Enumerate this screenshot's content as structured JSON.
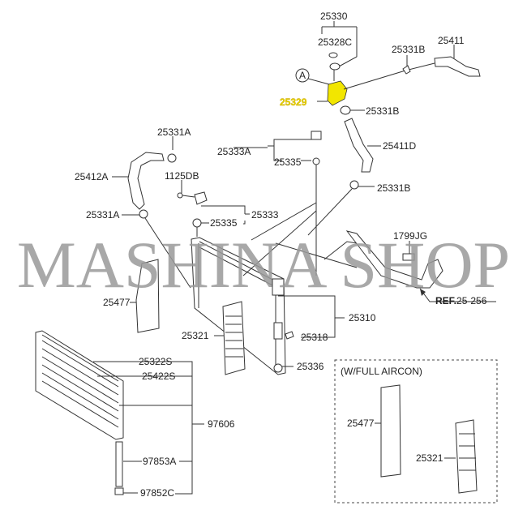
{
  "diagram": {
    "watermark": "MASHINA SHOP",
    "callouts": {
      "c25330": "25330",
      "c25328C": "25328C",
      "c25331B_top": "25331B",
      "c25411": "25411",
      "marker_a": "A",
      "c25329": "25329",
      "c25331B_mid": "25331B",
      "c25411D": "25411D",
      "c25331A_top": "25331A",
      "c25333A": "25333A",
      "c25335_top": "25335",
      "c25412A": "25412A",
      "c1125DB": "1125DB",
      "c25331B_low": "25331B",
      "c25331A_low": "25331A",
      "c25335_low": "25335",
      "c25333": "25333",
      "c1799JG": "1799JG",
      "ref_bold": "REF.",
      "ref_num": "25-256",
      "c25310": "25310",
      "c25477": "25477",
      "c25321": "25321",
      "c25318": "25318",
      "c25322S": "25322S",
      "c25336": "25336",
      "c25422S": "25422S",
      "c97606": "97606",
      "c97853A": "97853A",
      "c97852C": "97852C"
    },
    "inset": {
      "title": "(W/FULL AIRCON)",
      "c25477": "25477",
      "c25321": "25321"
    },
    "highlight_color": "#f2e600"
  }
}
